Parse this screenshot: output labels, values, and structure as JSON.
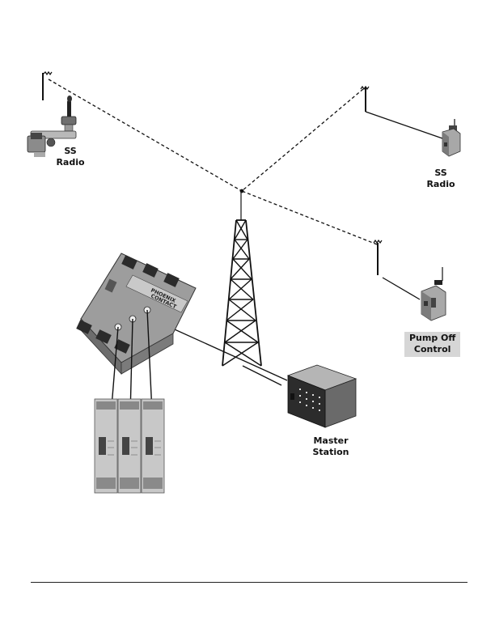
{
  "labels": {
    "ss_radio_left": [
      "SS",
      "Radio"
    ],
    "ss_radio_right": [
      "SS",
      "Radio"
    ],
    "pump_off_control": [
      "Pump Off",
      "Control"
    ],
    "master_station": [
      "Master",
      "Station"
    ]
  },
  "device_text": {
    "main_unit_brand": [
      "PHOENIX",
      "CONTACT"
    ]
  },
  "icons": {
    "tower": "radio-tower-icon",
    "antenna": "antenna-icon",
    "ss_radio": "ss-radio-device-icon",
    "pump_controller": "pump-off-controller-icon",
    "master_station": "master-station-rack-icon",
    "io_module": "io-module-icon"
  },
  "colors": {
    "line": "#111111",
    "label_highlight": "#d6d6d6",
    "device_gray": "#8a8a8a",
    "device_dark": "#3a3a3a"
  }
}
